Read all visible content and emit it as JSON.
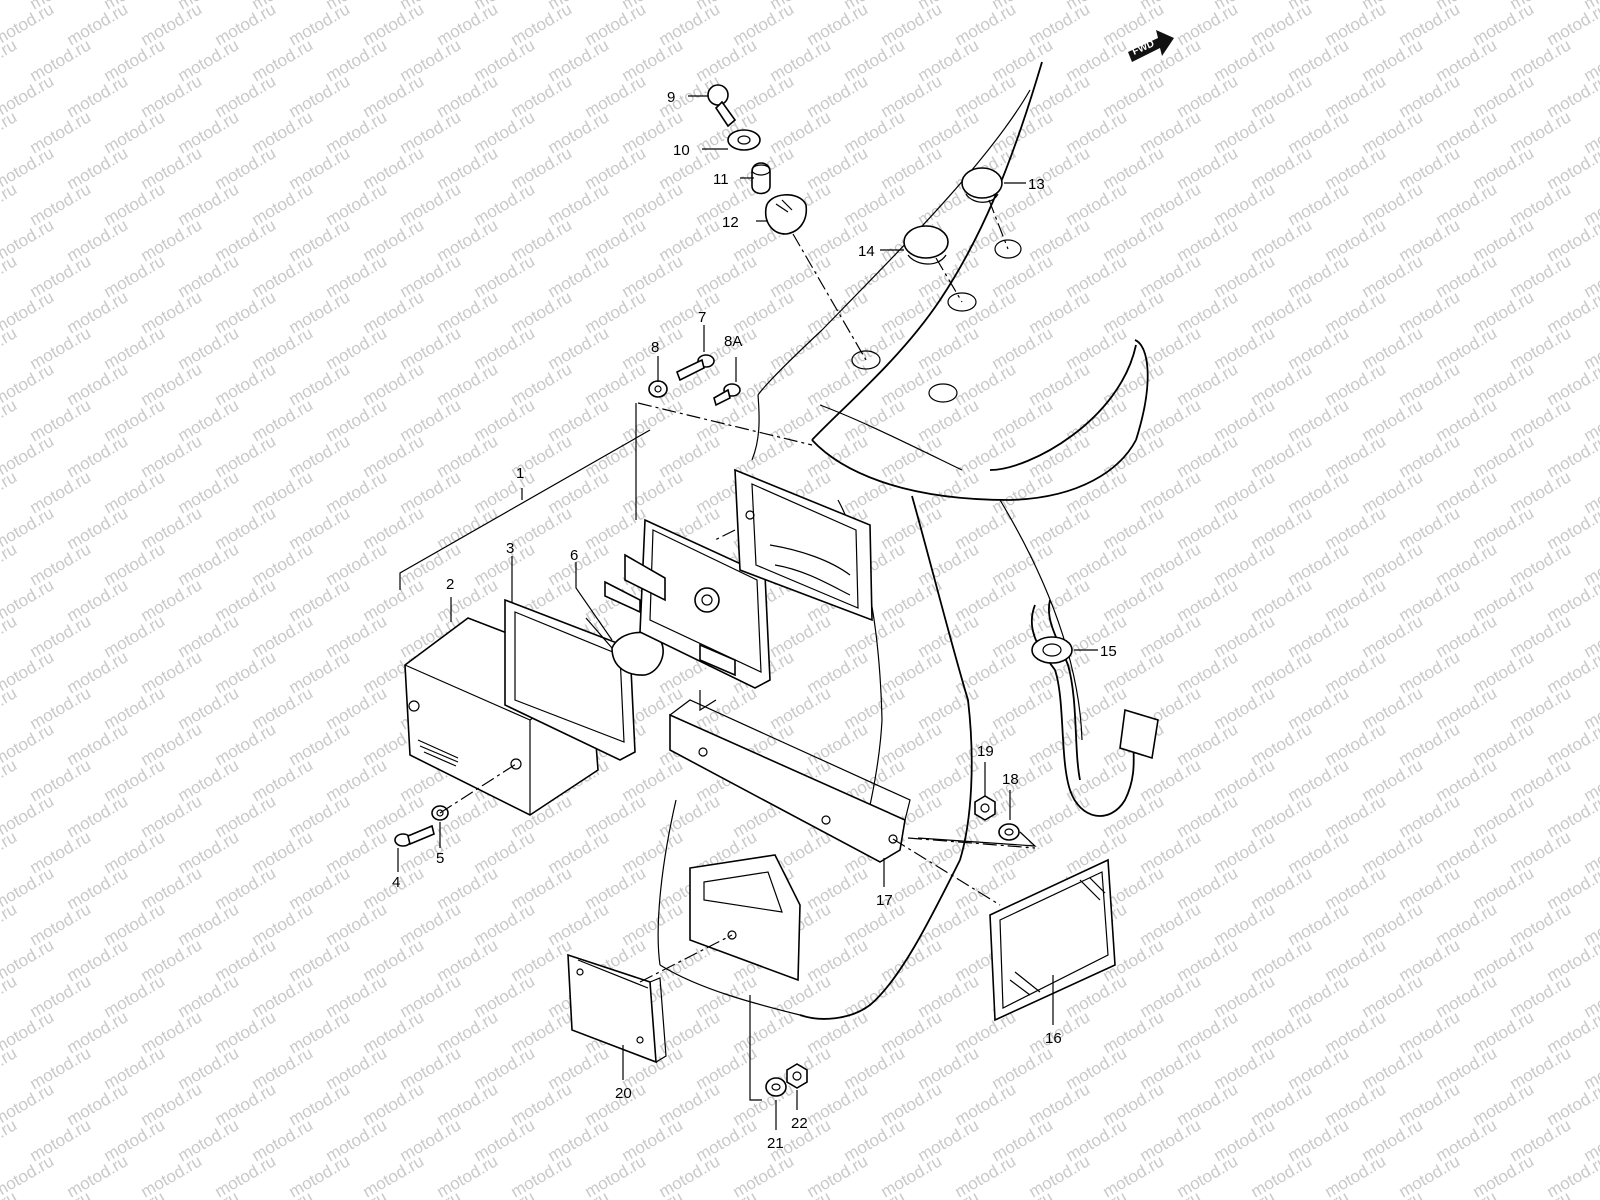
{
  "watermark": "motod.ru",
  "fwd_label": "FWD",
  "callouts": [
    {
      "id": "1",
      "text": "1"
    },
    {
      "id": "2",
      "text": "2"
    },
    {
      "id": "3",
      "text": "3"
    },
    {
      "id": "4",
      "text": "4"
    },
    {
      "id": "5",
      "text": "5"
    },
    {
      "id": "6",
      "text": "6"
    },
    {
      "id": "7",
      "text": "7"
    },
    {
      "id": "8",
      "text": "8"
    },
    {
      "id": "8A",
      "text": "8A"
    },
    {
      "id": "9",
      "text": "9"
    },
    {
      "id": "10",
      "text": "10"
    },
    {
      "id": "11",
      "text": "11"
    },
    {
      "id": "12",
      "text": "12"
    },
    {
      "id": "13",
      "text": "13"
    },
    {
      "id": "14",
      "text": "14"
    },
    {
      "id": "15",
      "text": "15"
    },
    {
      "id": "16",
      "text": "16"
    },
    {
      "id": "17",
      "text": "17"
    },
    {
      "id": "18",
      "text": "18"
    },
    {
      "id": "19",
      "text": "19"
    },
    {
      "id": "20",
      "text": "20"
    },
    {
      "id": "21",
      "text": "21"
    },
    {
      "id": "22",
      "text": "22"
    }
  ]
}
